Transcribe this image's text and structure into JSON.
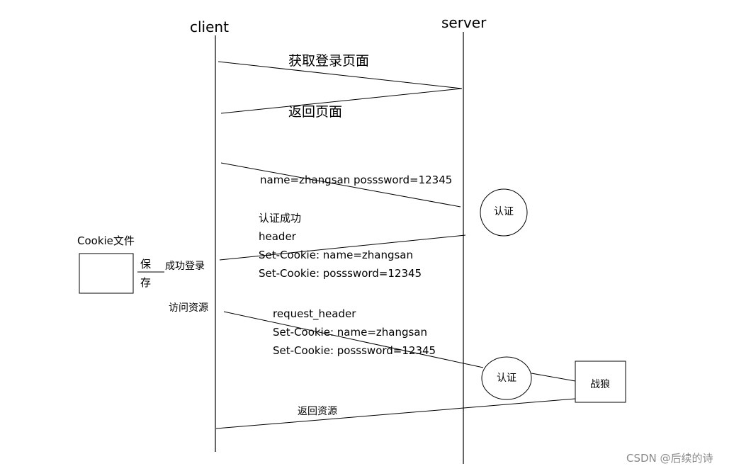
{
  "lifelines": {
    "client": "client",
    "server": "server"
  },
  "messages": {
    "get_login_page": "获取登录页面",
    "return_page": "返回页面",
    "credentials": "name=zhangsan posssword=12345",
    "auth_success": "认证成功",
    "header": "header",
    "set_cookie_name": "Set-Cookie: name=zhangsan",
    "set_cookie_password": "Set-Cookie: posssword=12345",
    "request_header": "request_header",
    "req_cookie_name": "Set-Cookie: name=zhangsan",
    "req_cookie_password": "Set-Cookie: posssword=12345",
    "return_resource": "返回资源"
  },
  "nodes": {
    "auth_1": "认证",
    "auth_2": "认证",
    "zhanlang": "战狼"
  },
  "client_side": {
    "cookie_file": "Cookie文件",
    "save_char_1": "保",
    "save_char_2": "存",
    "login_success": "成功登录",
    "access_resource": "访问资源"
  },
  "watermark": "CSDN @后续的诗"
}
